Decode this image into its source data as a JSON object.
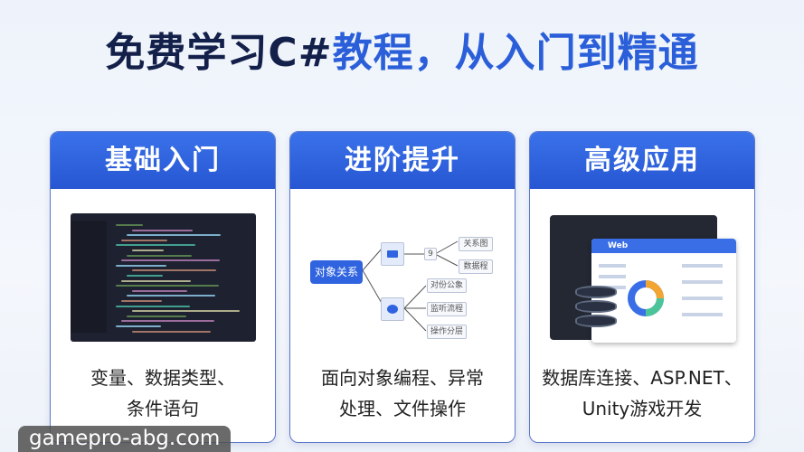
{
  "title": {
    "part1": "免费学习C#",
    "part2": "教程，从入门到精通"
  },
  "cards": [
    {
      "heading": "基础入门",
      "desc_line1": "变量、数据类型、",
      "desc_line2": "条件语句"
    },
    {
      "heading": "进阶提升",
      "desc_line1": "面向对象编程、异常",
      "desc_line2": "处理、文件操作",
      "diagram": {
        "root": "对象关系",
        "branch1_child": "9",
        "leaves": [
          "关系图",
          "数据程",
          "对份公象",
          "监听流程",
          "操作分层"
        ]
      }
    },
    {
      "heading": "高级应用",
      "desc_line1": "数据库连接、ASP.NET、",
      "desc_line2": "Unity游戏开发",
      "window_title": "Web"
    }
  ],
  "watermark": "gamepro-abg.com",
  "colors": {
    "brand_blue": "#2b5fd9",
    "title_dark": "#13204a"
  }
}
